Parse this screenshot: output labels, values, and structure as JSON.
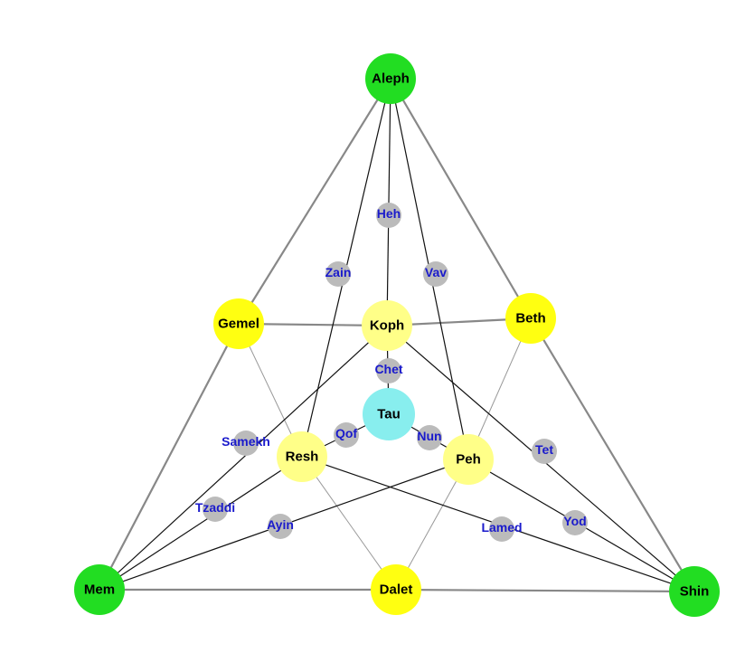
{
  "diagram": {
    "colors": {
      "mother": "#22dd22",
      "double": "#ffff11",
      "inner": "#ffff88",
      "center": "#88eeee",
      "path": "#bbbbbb",
      "path_label": "#1a1acc"
    },
    "nodes": [
      {
        "id": "Aleph",
        "label": "Aleph",
        "kind": "mother"
      },
      {
        "id": "Mem",
        "label": "Mem",
        "kind": "mother"
      },
      {
        "id": "Shin",
        "label": "Shin",
        "kind": "mother"
      },
      {
        "id": "Gemel",
        "label": "Gemel",
        "kind": "double"
      },
      {
        "id": "Beth",
        "label": "Beth",
        "kind": "double"
      },
      {
        "id": "Dalet",
        "label": "Dalet",
        "kind": "double"
      },
      {
        "id": "Koph",
        "label": "Koph",
        "kind": "inner"
      },
      {
        "id": "Resh",
        "label": "Resh",
        "kind": "inner"
      },
      {
        "id": "Peh",
        "label": "Peh",
        "kind": "inner"
      },
      {
        "id": "Tau",
        "label": "Tau",
        "kind": "center"
      }
    ],
    "paths": [
      {
        "label": "Heh",
        "from": "Aleph",
        "to": "Koph"
      },
      {
        "label": "Zain",
        "from": "Aleph",
        "to": "Resh"
      },
      {
        "label": "Vav",
        "from": "Aleph",
        "to": "Peh"
      },
      {
        "label": "Chet",
        "from": "Koph",
        "to": "Tau"
      },
      {
        "label": "Qof",
        "from": "Tau",
        "to": "Resh"
      },
      {
        "label": "Nun",
        "from": "Tau",
        "to": "Peh"
      },
      {
        "label": "Samekh",
        "from": "Koph",
        "to": "Mem"
      },
      {
        "label": "Tet",
        "from": "Koph",
        "to": "Shin"
      },
      {
        "label": "Tzaddi",
        "from": "Resh",
        "to": "Mem"
      },
      {
        "label": "Ayin",
        "from": "Peh",
        "to": "Mem"
      },
      {
        "label": "Lamed",
        "from": "Resh",
        "to": "Shin"
      },
      {
        "label": "Yod",
        "from": "Peh",
        "to": "Shin"
      }
    ],
    "outer_edges": [
      [
        "Aleph",
        "Gemel"
      ],
      [
        "Gemel",
        "Mem"
      ],
      [
        "Aleph",
        "Beth"
      ],
      [
        "Beth",
        "Shin"
      ],
      [
        "Mem",
        "Dalet"
      ],
      [
        "Dalet",
        "Shin"
      ],
      [
        "Gemel",
        "Koph"
      ],
      [
        "Koph",
        "Beth"
      ]
    ],
    "thin_edges": [
      [
        "Gemel",
        "Resh"
      ],
      [
        "Resh",
        "Dalet"
      ],
      [
        "Beth",
        "Peh"
      ],
      [
        "Peh",
        "Dalet"
      ]
    ]
  }
}
